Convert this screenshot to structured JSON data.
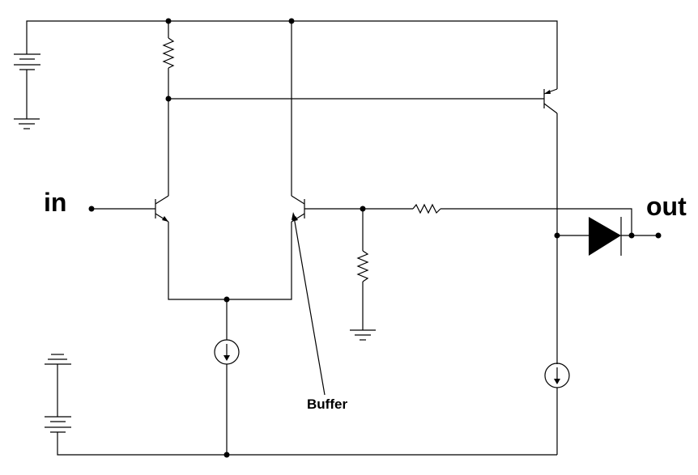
{
  "labels": {
    "input": "in",
    "output": "out",
    "buffer": "Buffer"
  },
  "colors": {
    "ink": "#000000",
    "background": "#ffffff"
  }
}
